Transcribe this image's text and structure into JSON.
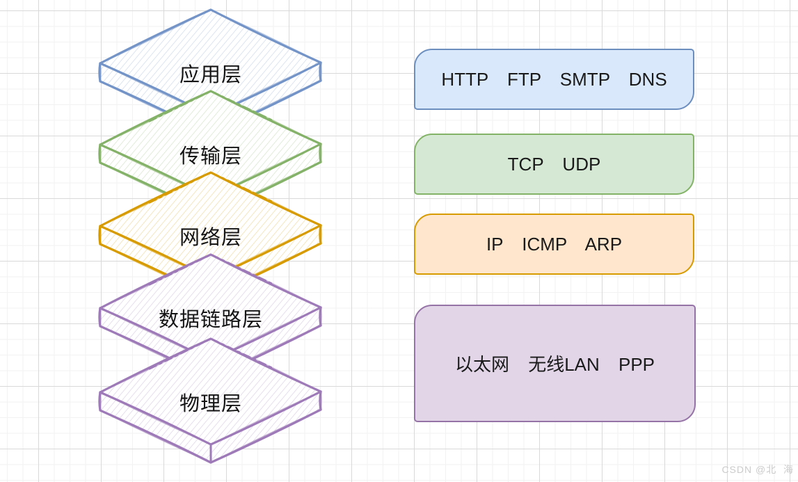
{
  "page": {
    "watermark": "CSDN @北  海",
    "grid": {
      "minor_color": "#f2f2f2",
      "major_color": "#d9d9d9",
      "background": "#ffffff"
    }
  },
  "layers": [
    {
      "id": "application",
      "label": "应用层",
      "color": "#7494c8"
    },
    {
      "id": "transport",
      "label": "传输层",
      "color": "#85b269"
    },
    {
      "id": "network",
      "label": "网络层",
      "color": "#d79b00"
    },
    {
      "id": "data-link",
      "label": "数据链路层",
      "color": "#9e7bb8"
    },
    {
      "id": "physical",
      "label": "物理层",
      "color": "#9e7bb8"
    }
  ],
  "protocol_boxes": [
    {
      "id": "application",
      "label": "HTTP FTP SMTP DNS",
      "fill": "#dae8fc",
      "stroke": "#6c8ebf"
    },
    {
      "id": "transport",
      "label": "TCP UDP",
      "fill": "#d5e8d4",
      "stroke": "#82b366"
    },
    {
      "id": "network",
      "label": "IP ICMP ARP",
      "fill": "#ffe6cc",
      "stroke": "#d79b00"
    },
    {
      "id": "link-phys",
      "label": "以太网 无线LAN PPP",
      "fill": "#e1d5e7",
      "stroke": "#9673a6"
    }
  ]
}
